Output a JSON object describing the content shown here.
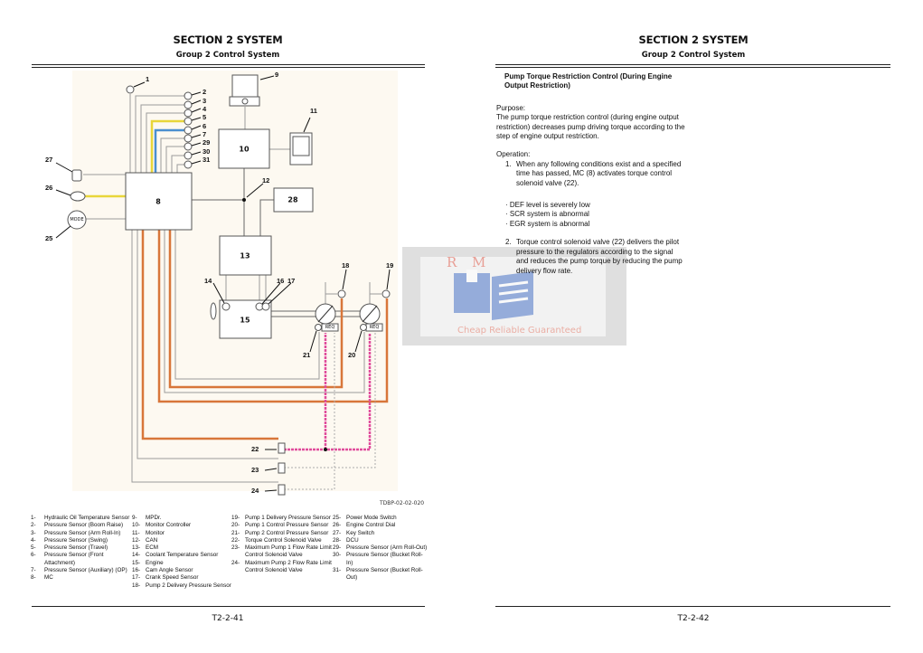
{
  "left_page": {
    "section": "SECTION 2 SYSTEM",
    "group": "Group 2 Control System",
    "page_number": "T2-2-41",
    "figure_code": "TDBP-02-02-020",
    "diagram": {
      "boxes": {
        "mc": "8",
        "monitor_controller": "10",
        "ecm": "13",
        "engine": "15",
        "dcu": "28"
      },
      "mode_switch_text": "MODE",
      "regulator_text": "REQ",
      "callouts": [
        {
          "id": "1",
          "label": "1"
        },
        {
          "id": "2",
          "label": "2"
        },
        {
          "id": "3",
          "label": "3"
        },
        {
          "id": "4",
          "label": "4"
        },
        {
          "id": "5",
          "label": "5"
        },
        {
          "id": "6",
          "label": "6"
        },
        {
          "id": "7",
          "label": "7"
        },
        {
          "id": "29",
          "label": "29"
        },
        {
          "id": "30",
          "label": "30"
        },
        {
          "id": "31",
          "label": "31"
        },
        {
          "id": "9",
          "label": "9"
        },
        {
          "id": "11",
          "label": "11"
        },
        {
          "id": "12",
          "label": "12"
        },
        {
          "id": "27",
          "label": "27"
        },
        {
          "id": "26",
          "label": "26"
        },
        {
          "id": "25",
          "label": "25"
        },
        {
          "id": "14",
          "label": "14"
        },
        {
          "id": "16",
          "label": "16"
        },
        {
          "id": "17",
          "label": "17"
        },
        {
          "id": "18",
          "label": "18"
        },
        {
          "id": "19",
          "label": "19"
        },
        {
          "id": "21",
          "label": "21"
        },
        {
          "id": "20",
          "label": "20"
        },
        {
          "id": "22",
          "label": "22"
        },
        {
          "id": "23",
          "label": "23"
        },
        {
          "id": "24",
          "label": "24"
        }
      ],
      "colors": {
        "orange": "#d8763a",
        "yellow": "#e8d63a",
        "blue": "#4a8fd0",
        "pink": "#e04c9c",
        "gray": "#9a9a9a",
        "background": "#fdf9f1"
      }
    },
    "legend_columns": [
      [
        {
          "num": "1-",
          "text": "Hydraulic Oil Temperature Sensor"
        },
        {
          "num": "2-",
          "text": "Pressure Sensor (Boom Raise)"
        },
        {
          "num": "3-",
          "text": "Pressure Sensor (Arm Roll-In)"
        },
        {
          "num": "4-",
          "text": "Pressure Sensor (Swing)"
        },
        {
          "num": "5-",
          "text": "Pressure Sensor (Travel)"
        },
        {
          "num": "6-",
          "text": "Pressure Sensor (Front Attachment)"
        },
        {
          "num": "7-",
          "text": "Pressure Sensor (Auxiliary) (OP)"
        },
        {
          "num": "8-",
          "text": "MC"
        }
      ],
      [
        {
          "num": "9-",
          "text": "MPDr."
        },
        {
          "num": "10-",
          "text": "Monitor Controller"
        },
        {
          "num": "11-",
          "text": "Monitor"
        },
        {
          "num": "12-",
          "text": "CAN"
        },
        {
          "num": "13-",
          "text": "ECM"
        },
        {
          "num": "14-",
          "text": "Coolant Temperature Sensor"
        },
        {
          "num": "15-",
          "text": "Engine"
        },
        {
          "num": "16-",
          "text": "Cam Angle Sensor"
        },
        {
          "num": "17-",
          "text": "Crank Speed Sensor"
        },
        {
          "num": "18-",
          "text": "Pump 2 Delivery Pressure Sensor"
        }
      ],
      [
        {
          "num": "19-",
          "text": "Pump 1 Delivery Pressure Sensor"
        },
        {
          "num": "20-",
          "text": "Pump 1 Control Pressure Sensor"
        },
        {
          "num": "21-",
          "text": "Pump 2 Control Pressure Sensor"
        },
        {
          "num": "22-",
          "text": "Torque Control Solenoid Valve"
        },
        {
          "num": "23-",
          "text": "Maximum Pump 1 Flow Rate Limit Control Solenoid Valve"
        },
        {
          "num": "24-",
          "text": "Maximum Pump 2 Flow Rate Limit Control Solenoid Valve"
        }
      ],
      [
        {
          "num": "25-",
          "text": "Power Mode Switch"
        },
        {
          "num": "26-",
          "text": "Engine Control Dial"
        },
        {
          "num": "27-",
          "text": "Key Switch"
        },
        {
          "num": "28-",
          "text": "DCU"
        },
        {
          "num": "29-",
          "text": "Pressure Sensor (Arm Roll-Out)"
        },
        {
          "num": "30-",
          "text": "Pressure Sensor (Bucket Roll-In)"
        },
        {
          "num": "31-",
          "text": "Pressure Sensor (Bucket Roll-Out)"
        }
      ]
    ]
  },
  "right_page": {
    "section": "SECTION 2 SYSTEM",
    "group": "Group 2 Control System",
    "page_number": "T2-2-42",
    "title": "Pump Torque Restriction Control (During Engine Output Restriction)",
    "purpose_heading": "Purpose:",
    "purpose_text": "The pump torque restriction control (during engine output restriction) decreases pump driving torque according to the step of engine output restriction.",
    "operation_heading": "Operation:",
    "step1_num": "1.",
    "step1_text": "When any following conditions exist and a specified time has passed, MC (8) activates torque control solenoid valve (22).",
    "bullets": [
      "DEF level is severely low",
      "SCR system is abnormal",
      "EGR system is abnormal"
    ],
    "step2_num": "2.",
    "step2_text": "Torque control solenoid valve (22) delivers the pilot pressure to the regulators according to the signal and reduces the pump torque by reducing the pump delivery flow rate."
  },
  "watermark": {
    "logo_text": "R M",
    "tagline": "Cheap Reliable Guaranteed",
    "colors": {
      "logo": "#e05a4a",
      "icon": "#4a74c8",
      "frame": "#c4c4c4"
    }
  }
}
